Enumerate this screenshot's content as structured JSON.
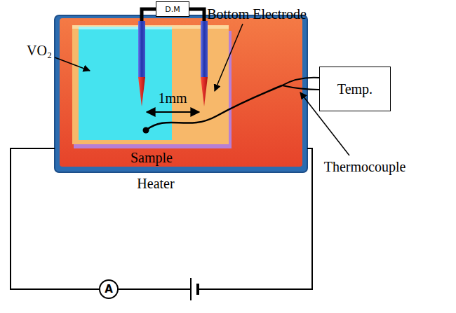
{
  "diagram": {
    "nodes": [
      {
        "text": [
          "D.M"
        ]
      },
      {
        "text": [
          "Temp."
        ]
      },
      {
        "text": [
          "A"
        ]
      }
    ],
    "labels": [
      "VO₂",
      "Bottom Electrode",
      "1mm",
      "Sample",
      "Thermocouple",
      "Heater"
    ]
  }
}
